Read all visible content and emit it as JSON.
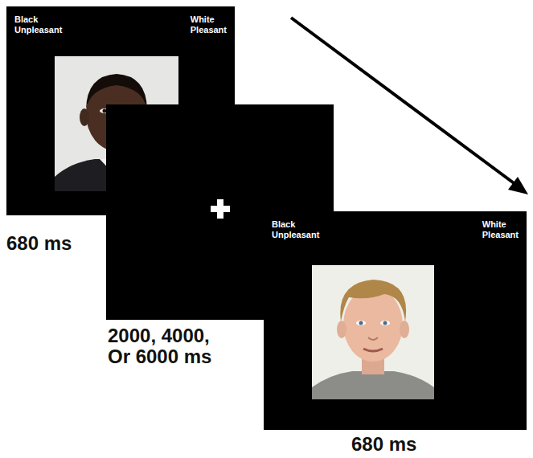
{
  "diagram": {
    "nodes": [
      {
        "text": [
          "Black Unpleasant",
          "White Pleasant"
        ]
      },
      {
        "text": [
          "Black Unpleasant",
          "White Pleasant"
        ]
      }
    ],
    "labels": [
      "680 ms",
      "2000, 4000, Or 6000 ms",
      "680 ms"
    ]
  }
}
